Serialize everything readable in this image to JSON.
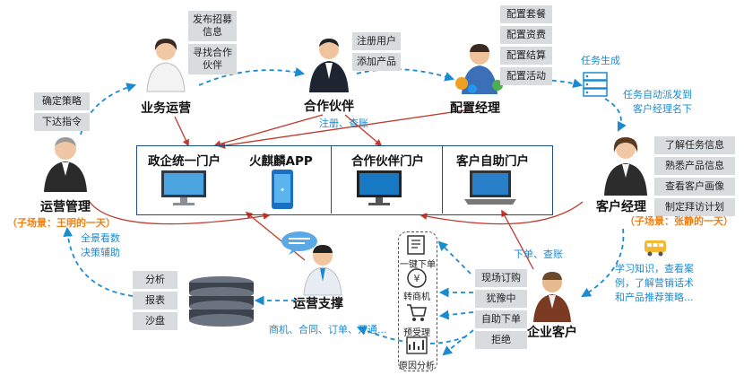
{
  "roles": {
    "business_ops": "业务运营",
    "partner": "合作伙伴",
    "config_manager": "配置经理",
    "ops_management": "运营管理",
    "customer_manager": "客户经理",
    "ops_support": "运营支撑",
    "enterprise_customer": "企业客户"
  },
  "tags": {
    "business_ops": [
      "发布招募\n信息",
      "寻找合作\n伙伴"
    ],
    "partner": [
      "注册用户",
      "添加产品"
    ],
    "config_manager": [
      "配置套餐",
      "配置资费",
      "配置结算",
      "配置活动"
    ],
    "ops_management": [
      "确定策略",
      "下达指令"
    ],
    "customer_manager": [
      "了解任务信息",
      "熟悉产品信息",
      "查看客户画像",
      "制定拜访计划"
    ],
    "enterprise_customer": [
      "现场订购",
      "犹豫中",
      "自助下单",
      "拒绝"
    ],
    "ops_support": [
      "分析",
      "报表",
      "沙盘"
    ]
  },
  "portals": {
    "gov_portal": "政企统一门户",
    "app": "火麒麟APP",
    "partner_portal": "合作伙伴门户",
    "self_portal": "客户自助门户"
  },
  "flow_labels": {
    "task_generate": "任务生成",
    "task_dispatch": "任务自动派发到\n客户经理名下",
    "register_query": "注册、查账",
    "order_query": "下单、查账",
    "learn": "学习知识，查看案\n例，了解营销话术\n和产品推荐策略...",
    "data_flow": "商机、合同、订单、开通...",
    "dashboard": "全景看数\n决策辅助"
  },
  "scenes": {
    "ops_scene": "（子场景：王明的一天）",
    "cm_scene": "（子场景：张静的一天）"
  },
  "actions": [
    "一键下单",
    "转商机",
    "预受理",
    "原因分析"
  ],
  "colors": {
    "accent_blue": "#1b8bd1",
    "arrow_red": "#c0392b",
    "scene_orange": "#f07f12",
    "tag_gray": "#d9dcdf"
  }
}
